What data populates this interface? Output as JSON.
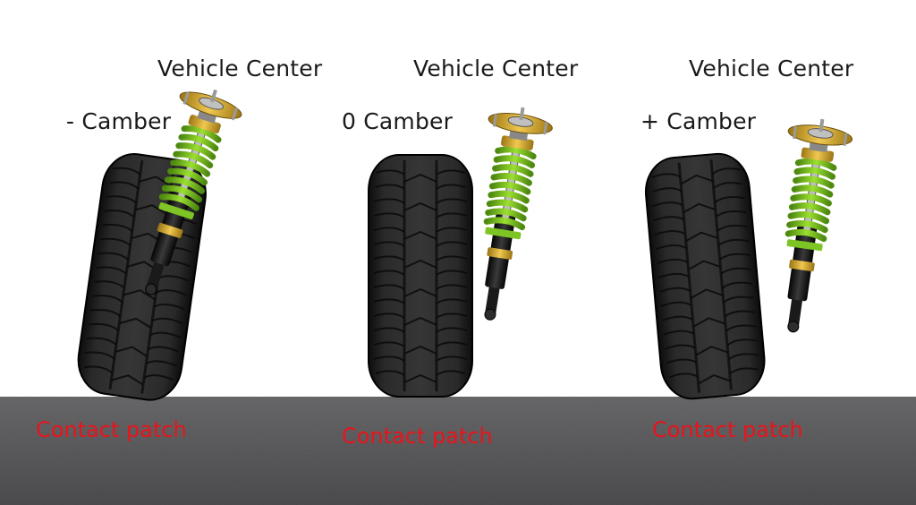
{
  "panels": [
    {
      "vehicle_center": "Vehicle Center",
      "camber_label": "- Camber",
      "contact_patch": "Contact patch",
      "camber_deg": -9
    },
    {
      "vehicle_center": "Vehicle Center",
      "camber_label": "0 Camber",
      "contact_patch": "Contact patch",
      "camber_deg": 0
    },
    {
      "vehicle_center": "Vehicle Center",
      "camber_label": "+ Camber",
      "contact_patch": "Contact patch",
      "camber_deg": 6
    }
  ],
  "colors": {
    "text": "#1a1a1a",
    "contact_patch_text": "#e8141b",
    "spring": "#7ec424",
    "mount": "#d6a628",
    "tire": "#1c1c1c",
    "asphalt": "#5a5a5c"
  },
  "icons": [
    "tire-icon",
    "coilover-icon"
  ]
}
